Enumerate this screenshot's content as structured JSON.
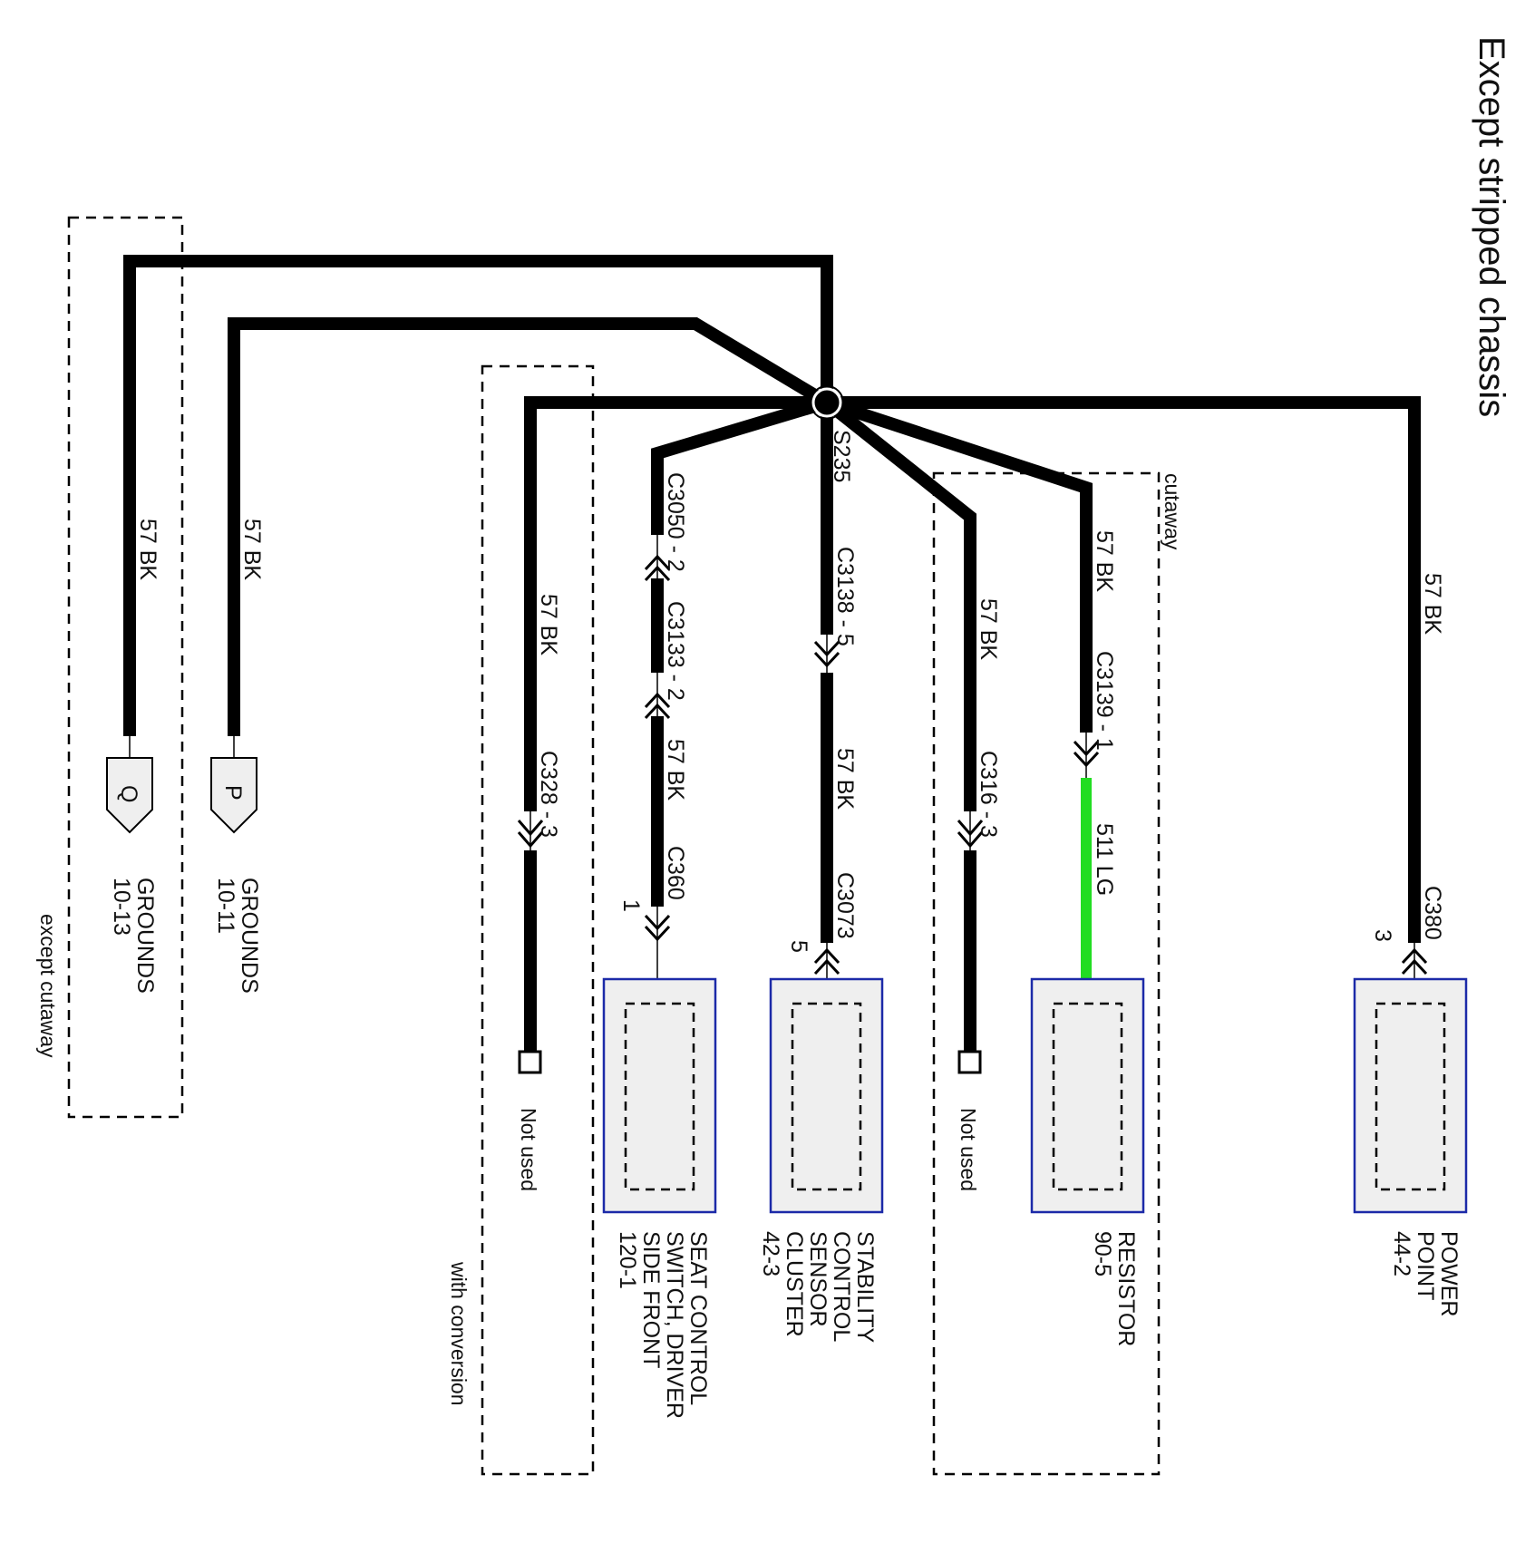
{
  "title": "Except stripped chassis",
  "splice": {
    "id": "S235"
  },
  "wires": {
    "w_q": "57  BK",
    "w_p": "57  BK",
    "w_c328": "57  BK",
    "w_seat": "57  BK",
    "w_stab": "57  BK",
    "w_c316": "57  BK",
    "w_res": "57  BK",
    "w_res_lg": "511  LG",
    "w_power": "57  BK"
  },
  "connectors": {
    "c3050": "C3050 - 2",
    "c3133": "C3133 - 2",
    "c360": "C360",
    "c360_pin": "1",
    "c3138": "C3138 - 5",
    "c3073": "C3073",
    "c3073_pin": "5",
    "c328": "C328 - 3",
    "c316": "C316 - 3",
    "c3139": "C3139 - 1",
    "c380": "C380",
    "c380_pin": "3"
  },
  "grounds": {
    "q": {
      "letter": "Q",
      "line1": "GROUNDS",
      "line2": "10-13"
    },
    "p": {
      "letter": "P",
      "line1": "GROUNDS",
      "line2": "10-11"
    }
  },
  "components": {
    "seat": {
      "l1": "SEAT CONTROL",
      "l2": "SWITCH, DRIVER",
      "l3": "SIDE FRONT",
      "l4": "120-1"
    },
    "stab": {
      "l1": "STABILITY",
      "l2": "CONTROL",
      "l3": "SENSOR",
      "l4": "CLUSTER",
      "l5": "42-3"
    },
    "resistor": {
      "l1": "RESISTOR",
      "l2": "90-5"
    },
    "power": {
      "l1": "POWER",
      "l2": "POINT",
      "l3": "44-2"
    }
  },
  "notes": {
    "not_used_1": "Not used",
    "not_used_2": "Not used",
    "except_cutaway": "except cutaway",
    "with_conversion": "with conversion",
    "cutaway": "cutaway"
  },
  "colors": {
    "wire_bk": "#000000",
    "wire_lg": "#22dd22",
    "component_border": "#1c2aa8",
    "component_fill": "#efefef"
  }
}
